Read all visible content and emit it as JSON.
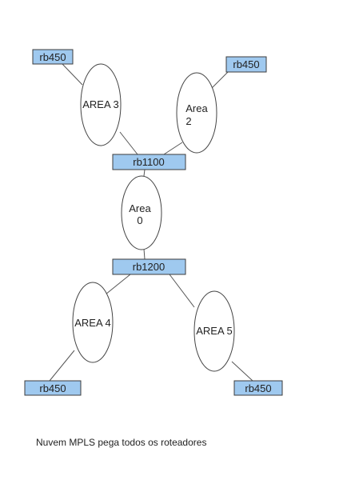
{
  "colors": {
    "router_fill": "#9fc9ef",
    "router_stroke": "#3c3c3c",
    "line": "#555555",
    "area_fill": "#ffffff",
    "area_stroke": "#444444"
  },
  "routers": {
    "rb450_tl": "rb450",
    "rb450_tr": "rb450",
    "rb1100": "rb1100",
    "rb1200": "rb1200",
    "rb450_bl": "rb450",
    "rb450_br": "rb450"
  },
  "areas": {
    "area3": [
      "AREA 3"
    ],
    "area2": [
      "Area",
      "2"
    ],
    "area0": [
      "Area",
      "0"
    ],
    "area4": [
      "AREA 4"
    ],
    "area5": [
      "AREA 5"
    ]
  },
  "caption": "Nuvem MPLS pega todos os roteadores"
}
